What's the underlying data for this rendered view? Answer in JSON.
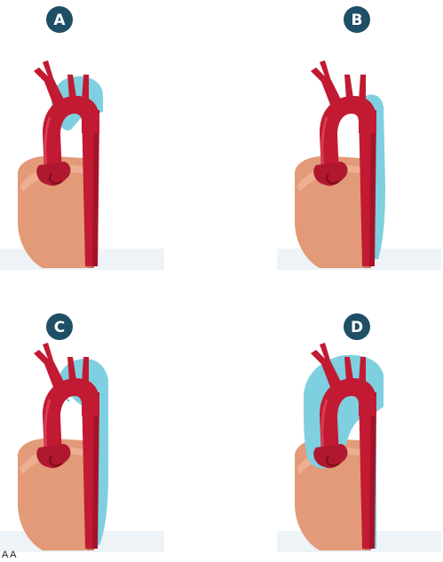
{
  "colors": {
    "badge": "#1e4f66",
    "aorta": "#c21a33",
    "aorta_dark": "#8e0f22",
    "heart": "#e29a78",
    "heart_dark": "#b86448",
    "dissection": "#7ed0e0",
    "floor": "#eef3f8"
  },
  "panels": [
    {
      "label": "A",
      "dissection_pattern": "ascending-arch"
    },
    {
      "label": "B",
      "dissection_pattern": "descending"
    },
    {
      "label": "C",
      "dissection_pattern": "arch-descending"
    },
    {
      "label": "D",
      "dissection_pattern": "ascending-arch-descending"
    }
  ],
  "footer_text": "A   A"
}
